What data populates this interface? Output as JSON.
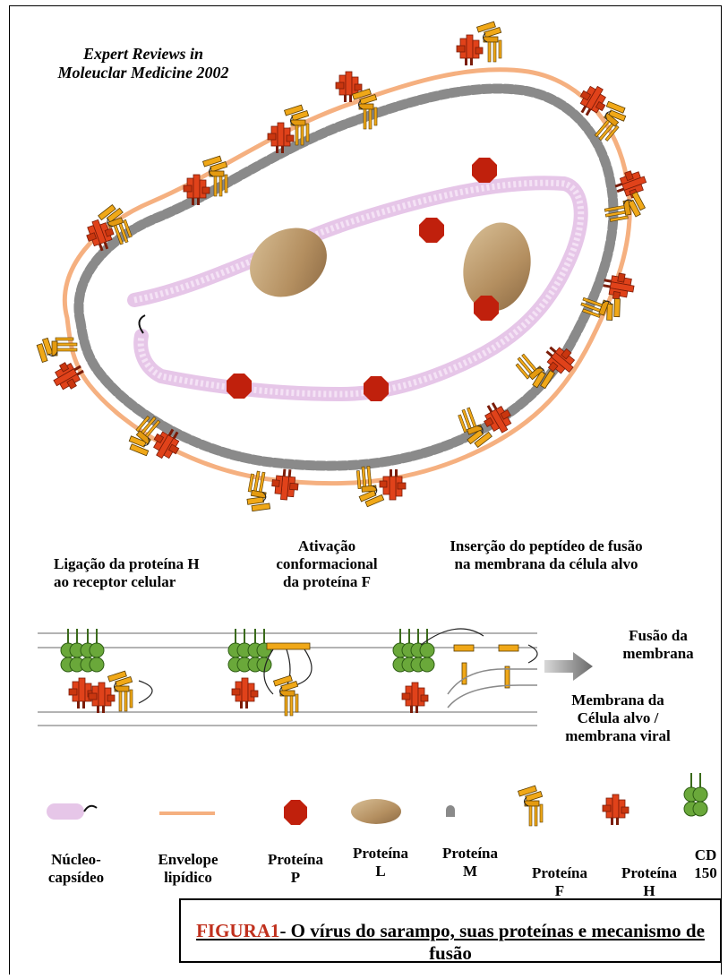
{
  "credit": {
    "line1": "Expert Reviews in",
    "line2": "Moleuclar Medicine 2002"
  },
  "steps": {
    "binding": [
      "Ligação da proteína H",
      "ao receptor celular"
    ],
    "activation": [
      "Ativação",
      "conformacional",
      "da proteína F"
    ],
    "insertion": [
      "Inserção do peptídeo de fusão",
      "na membrana da célula alvo"
    ],
    "fusion": [
      "Fusão da",
      "membrana"
    ],
    "membranes": [
      "Membrana da",
      "Célula alvo /",
      "membrana viral"
    ]
  },
  "legend": {
    "nucleocapsid": [
      "Núcleo-",
      "capsídeo"
    ],
    "envelope": [
      "Envelope",
      "lipídico"
    ],
    "protein_p": [
      "Proteína",
      "P"
    ],
    "protein_l": [
      "Proteína",
      "L"
    ],
    "protein_m": [
      "Proteína",
      "M"
    ],
    "protein_f": [
      "Proteína",
      "F"
    ],
    "protein_h": [
      "Proteína",
      "H"
    ],
    "cd150": [
      "CD",
      "150"
    ]
  },
  "caption": {
    "key": "FIGURA1",
    "text": "- O vírus do sarampo, suas proteínas e  mecanismo de fusão"
  },
  "colors": {
    "envelope": "#f5b080",
    "matrix": "#8a8a8a",
    "nucleocapsid": "#e6c6e8",
    "protein_p": "#c0200c",
    "protein_l": "#b9966a",
    "protein_h": "#e0421a",
    "protein_f": "#f0a818",
    "cd150": "#6aa83a",
    "caption_key": "#c0301d"
  }
}
